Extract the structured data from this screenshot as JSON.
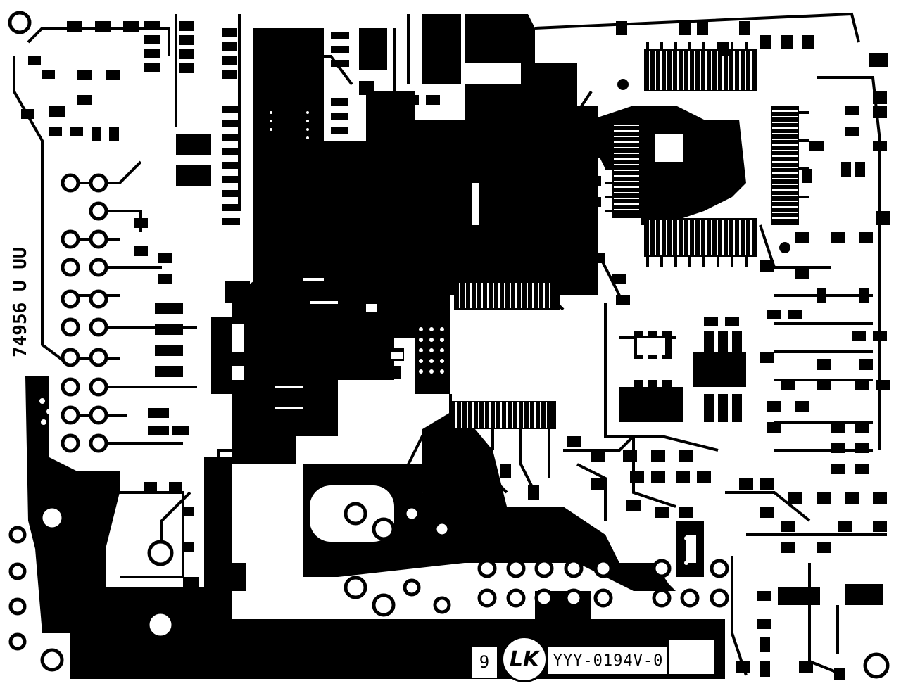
{
  "board": {
    "title": "PCB copper layer",
    "part_number": "YYY-0194V-0",
    "board_number": "9",
    "logo_text": "LK",
    "side_code": "74956 U UU",
    "lot_code": ""
  },
  "colors": {
    "copper": "#000000",
    "substrate": "#ffffff"
  }
}
